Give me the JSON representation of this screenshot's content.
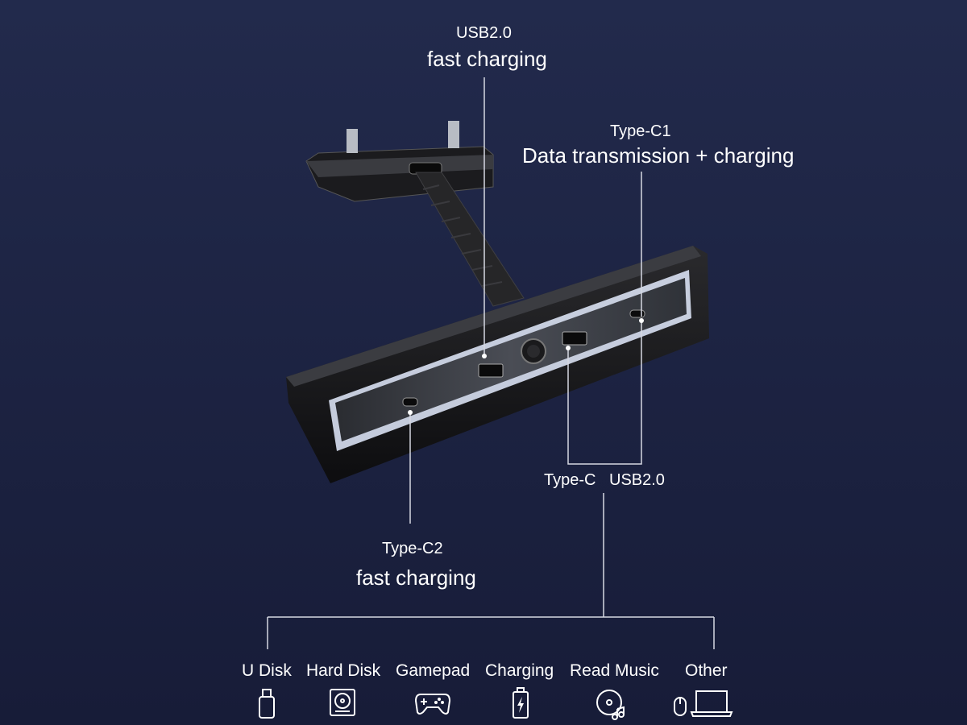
{
  "colors": {
    "background": "#1a1f3c",
    "text": "#ffffff",
    "line": "#d6d8e2",
    "device_body": "#141414",
    "device_panel": "#3a3d44",
    "glow": "#e4ecff"
  },
  "labels": {
    "top_usb": {
      "port": "USB2.0",
      "function": "fast charging"
    },
    "type_c1": {
      "port": "Type-C1",
      "function": "Data transmission + charging"
    },
    "type_c2": {
      "port": "Type-C2",
      "function": "fast charging"
    },
    "middle": {
      "left": "Type-C",
      "right": "USB2.0"
    }
  },
  "categories": [
    {
      "label": "U Disk",
      "icon": "usb-drive-icon"
    },
    {
      "label": "Hard Disk",
      "icon": "hard-disk-icon"
    },
    {
      "label": "Gamepad",
      "icon": "gamepad-icon"
    },
    {
      "label": "Charging",
      "icon": "battery-charging-icon"
    },
    {
      "label": "Read Music",
      "icon": "music-disc-icon"
    },
    {
      "label": "Other",
      "icon": "mouse-laptop-icon"
    }
  ]
}
